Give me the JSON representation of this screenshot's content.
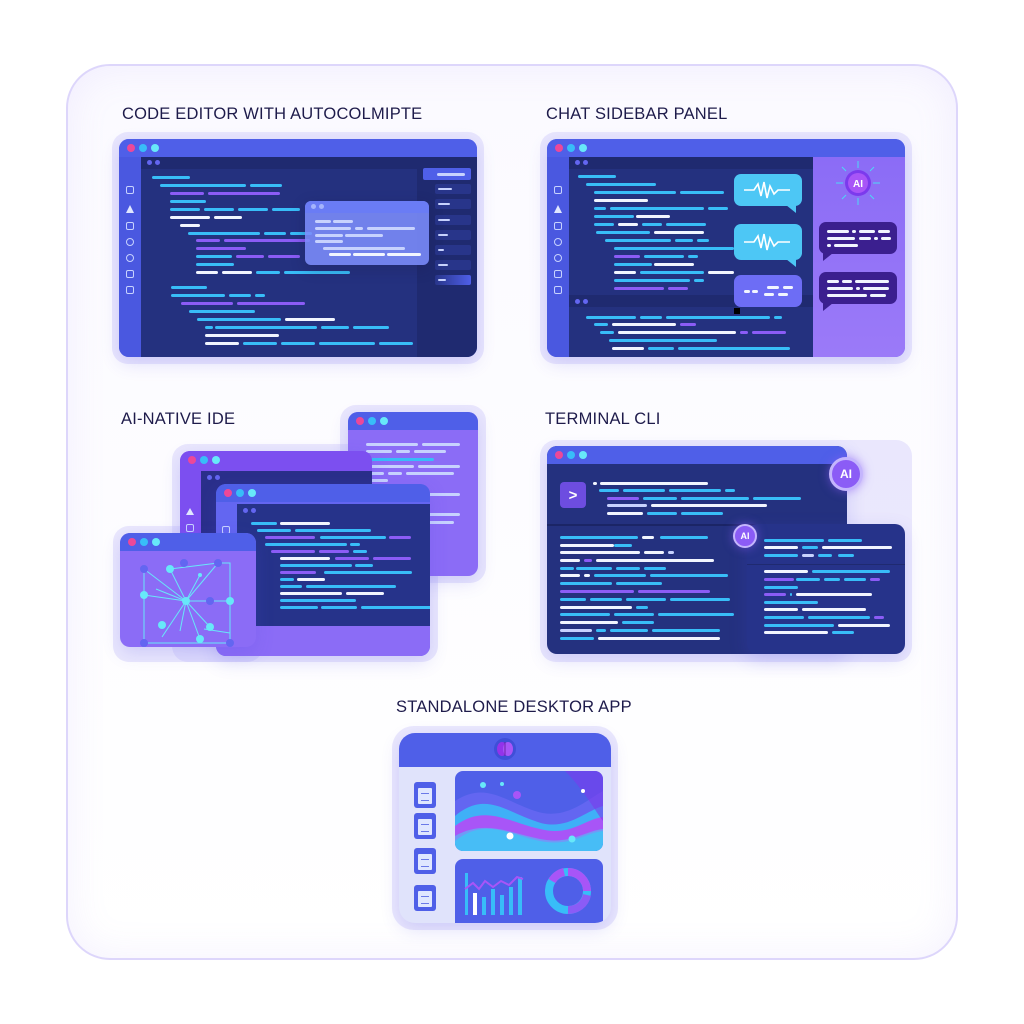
{
  "sections": {
    "code_editor": {
      "title": "CODE EDITOR WITH AUTOCOLMIPTE"
    },
    "chat_sidebar": {
      "title": "CHAT SIDEBAR PANEL"
    },
    "ai_native_ide": {
      "title": "AI-NATIVE IDE"
    },
    "terminal_cli": {
      "title": "TERMINAL CLI",
      "prompt_glyph": ">",
      "badge_label": "AI"
    },
    "desktop_app": {
      "title": "STANDALONE DESKTOR APP"
    }
  },
  "colors": {
    "window_titlebar": "#4f5fe8",
    "editor_bg": "#23307a",
    "editor_dark": "#1e2a6e",
    "purple_panel": "#8b6cf6",
    "accent_cyan": "#38bdf8",
    "accent_purple": "#8b5cf6",
    "dot_pink": "#ec4899",
    "title_text": "#1e1b4b",
    "outer_border": "#ddd6fb"
  }
}
